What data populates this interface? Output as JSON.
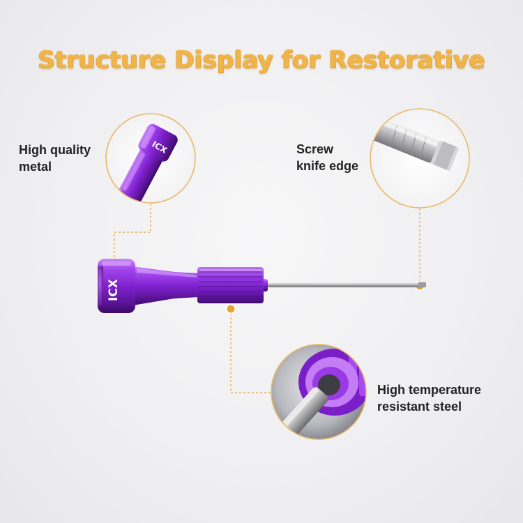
{
  "title": "Structure Display for Restorative",
  "callouts": {
    "metal": "High quality\nmetal",
    "screw": "Screw\nknife edge",
    "steel": "High temperature\nresistant steel"
  },
  "product": {
    "cap_text": "ICX"
  },
  "colors": {
    "accent": "#f0b54a",
    "callout_border": "#e9b868",
    "anodized_purple": "#8a2bd6"
  }
}
